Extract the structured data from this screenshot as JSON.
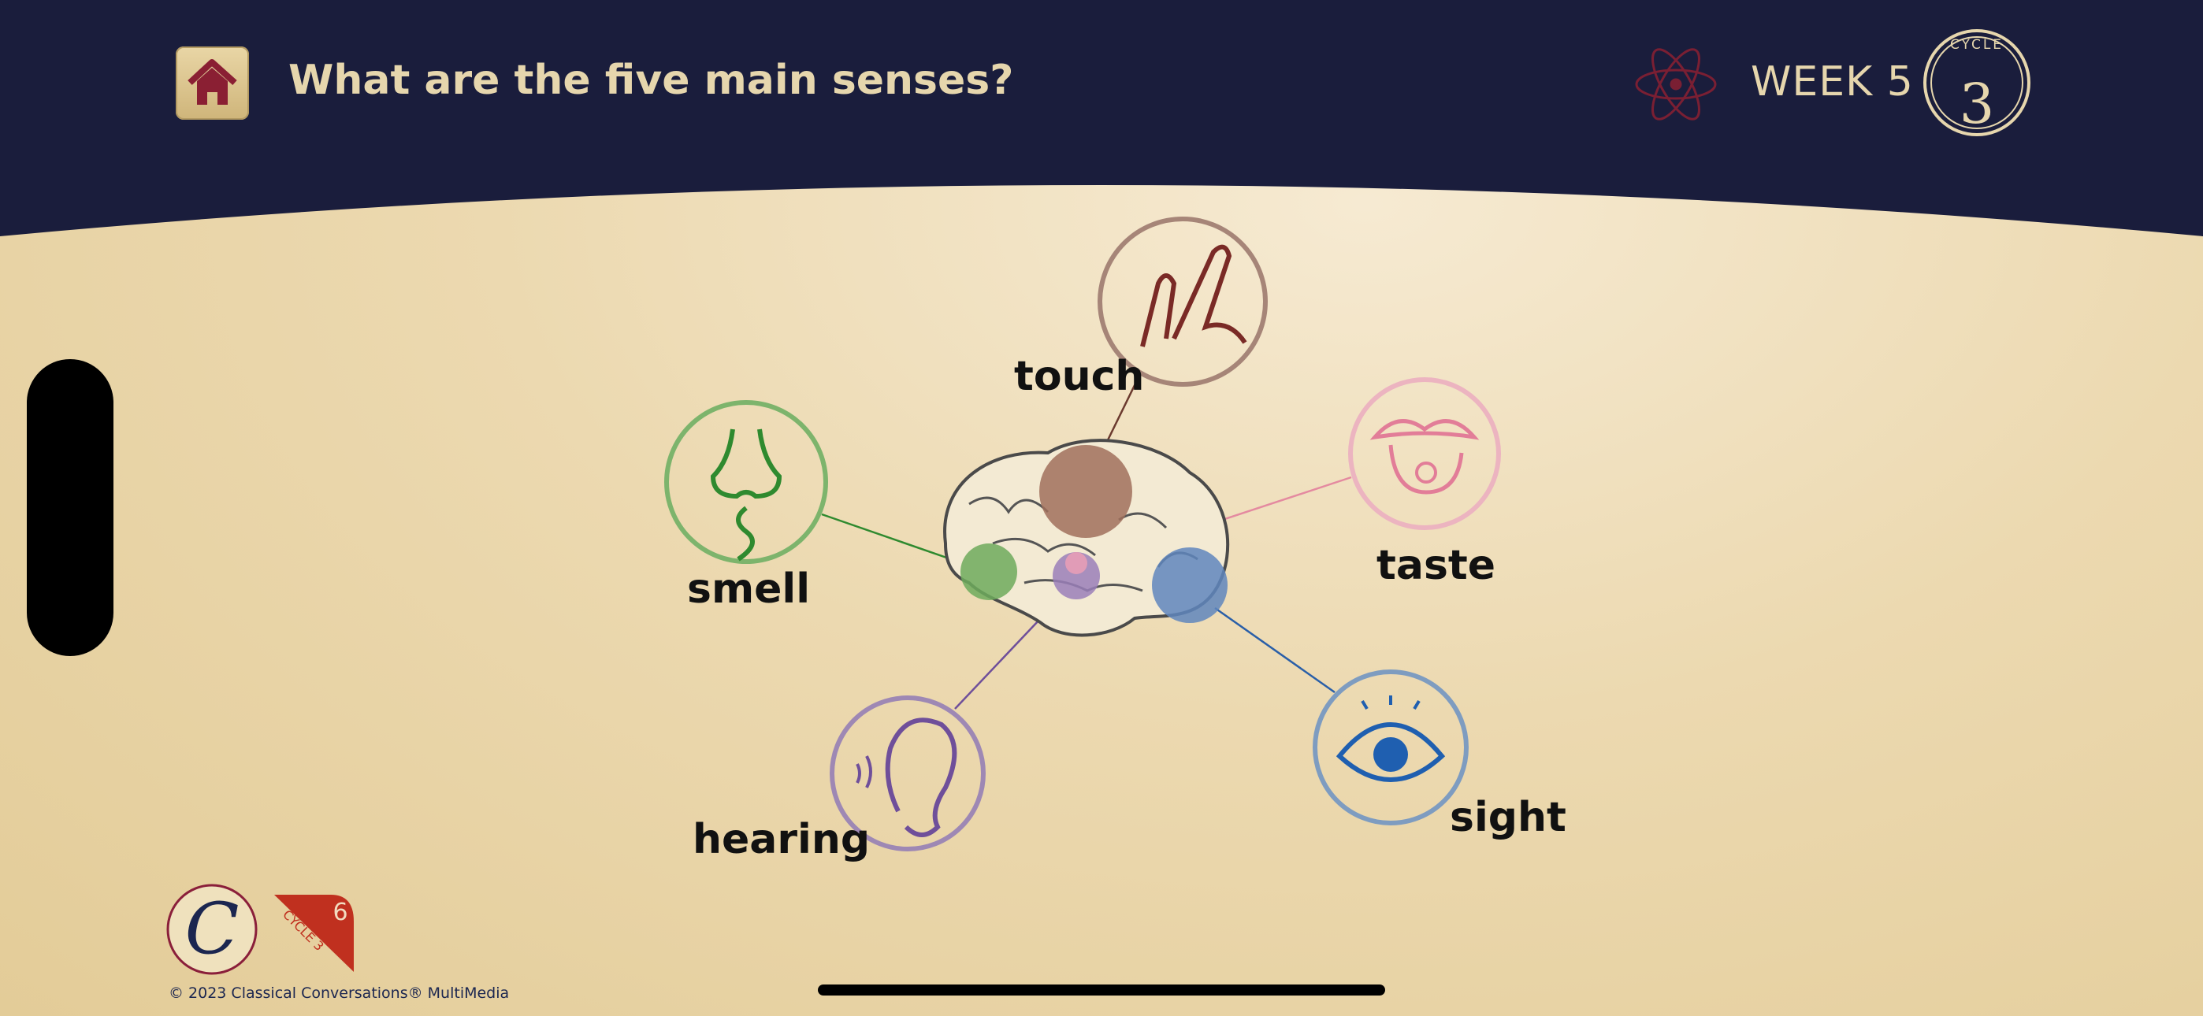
{
  "header": {
    "title": "What are the five main senses?",
    "week": "WEEK 5",
    "cycle_badge_label": "CYCLE",
    "cycle_badge_number": "3"
  },
  "senses": [
    {
      "label": "touch",
      "color": "#a68578"
    },
    {
      "label": "smell",
      "color": "#7db46c"
    },
    {
      "label": "taste",
      "color": "#ecb4c0"
    },
    {
      "label": "hearing",
      "color": "#9e88b4"
    },
    {
      "label": "sight",
      "color": "#7e9cc0"
    }
  ],
  "footer": {
    "cycle_tag_number": "6",
    "cycle_tag_label": "CYCLE 3",
    "copyright": "© 2023 Classical Conversations® MultiMedia"
  },
  "colors": {
    "header_bg": "#1a1d3c",
    "accent": "#7a1f33",
    "cream": "#e6d6ad"
  }
}
